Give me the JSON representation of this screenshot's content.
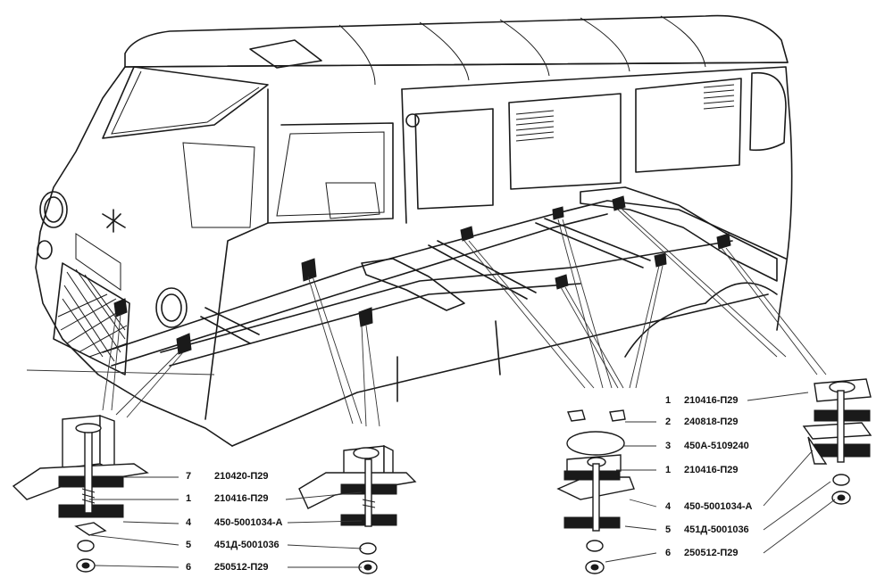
{
  "callouts_left": [
    {
      "num": "7",
      "code": "210420-П29"
    },
    {
      "num": "1",
      "code": "210416-П29"
    },
    {
      "num": "4",
      "code": "450-5001034-А"
    },
    {
      "num": "5",
      "code": "451Д-5001036"
    },
    {
      "num": "6",
      "code": "250512-П29"
    }
  ],
  "callouts_right": [
    {
      "num": "1",
      "code": "210416-П29"
    },
    {
      "num": "2",
      "code": "240818-П29"
    },
    {
      "num": "3",
      "code": "450А-5109240"
    },
    {
      "num": "1",
      "code": "210416-П29"
    },
    {
      "num": "4",
      "code": "450-5001034-А"
    },
    {
      "num": "5",
      "code": "451Д-5001036"
    },
    {
      "num": "6",
      "code": "250512-П29"
    }
  ]
}
